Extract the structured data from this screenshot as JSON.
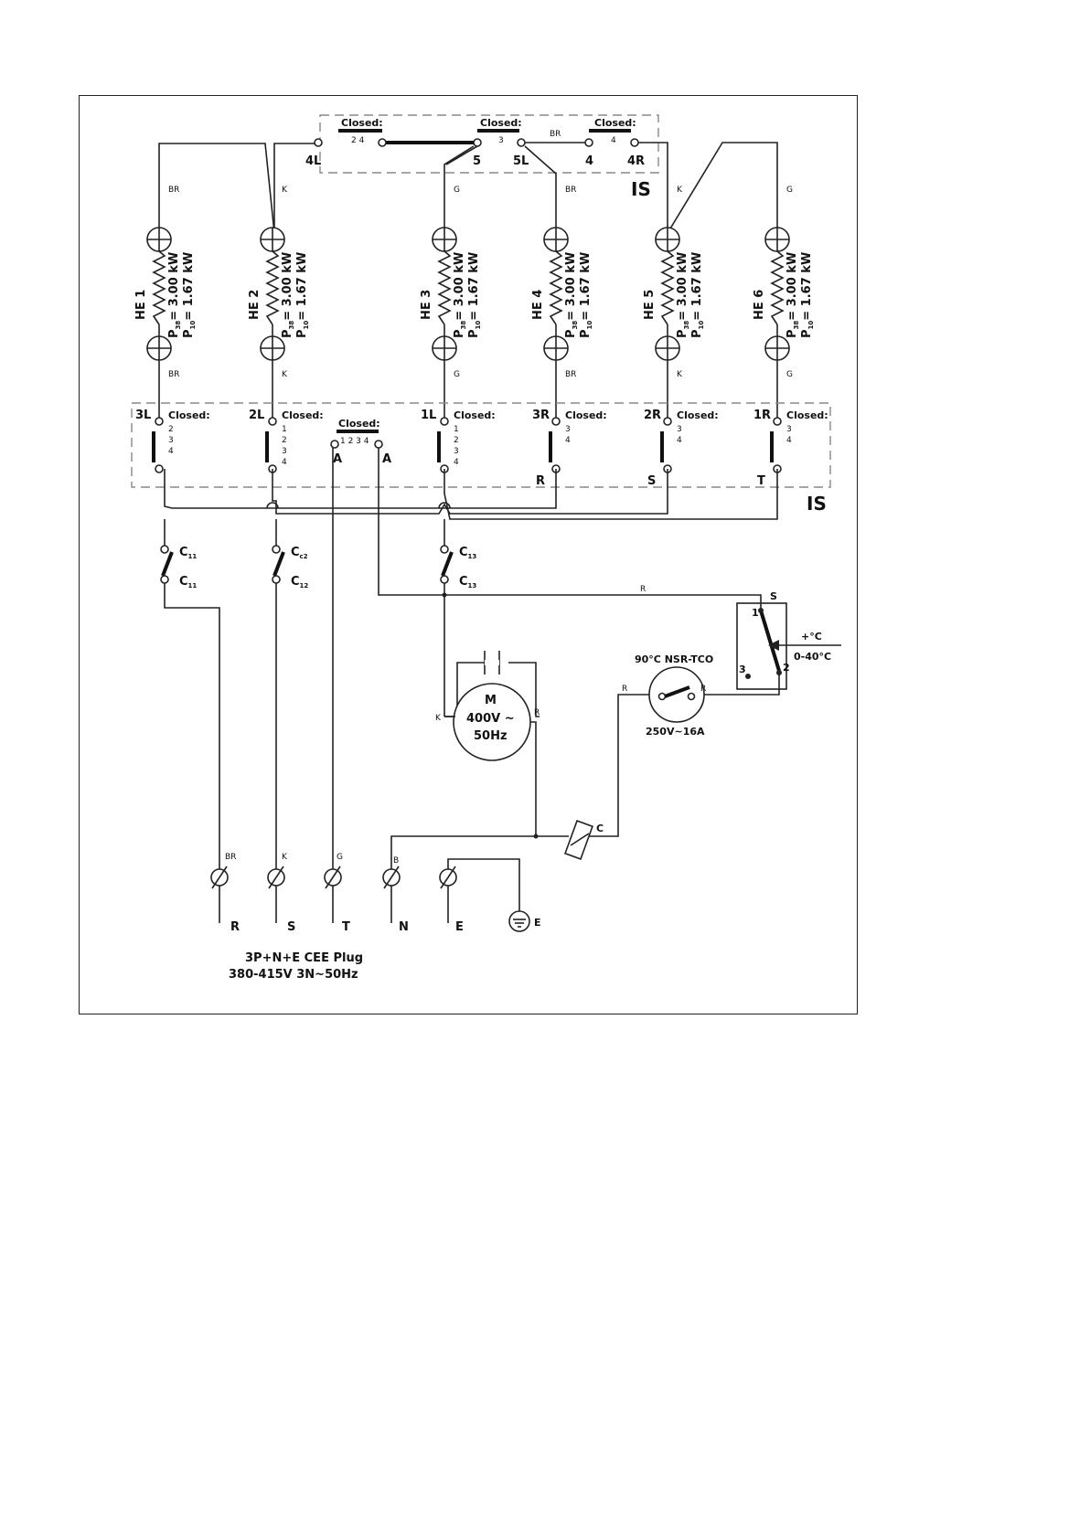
{
  "top_switch": {
    "label": "IS",
    "closed_label": "Closed:",
    "group1_positions": "2 4",
    "group2_positions": "3",
    "group3_positions": "4",
    "terminals": [
      "4L",
      "5",
      "5L",
      "4",
      "4R"
    ],
    "bridge_wire": "BR"
  },
  "heaters": [
    {
      "name": "HE 1",
      "p38": "P",
      "p38_sub": "38",
      "p38_val": "= 3.00 kW",
      "p10": "P",
      "p10_sub": "10",
      "p10_val": "= 1.67 kW",
      "wire_top": "BR",
      "wire_bottom": "BR"
    },
    {
      "name": "HE 2",
      "p38": "P",
      "p38_sub": "38",
      "p38_val": "= 3.00 kW",
      "p10": "P",
      "p10_sub": "10",
      "p10_val": "= 1.67 kW",
      "wire_top": "K",
      "wire_bottom": "K"
    },
    {
      "name": "HE 3",
      "p38": "P",
      "p38_sub": "38",
      "p38_val": "= 3.00 kW",
      "p10": "P",
      "p10_sub": "10",
      "p10_val": "= 1.67 kW",
      "wire_top": "G",
      "wire_bottom": "G"
    },
    {
      "name": "HE 4",
      "p38": "P",
      "p38_sub": "38",
      "p38_val": "= 3.00 kW",
      "p10": "P",
      "p10_sub": "10",
      "p10_val": "= 1.67 kW",
      "wire_top": "BR",
      "wire_bottom": "BR"
    },
    {
      "name": "HE 5",
      "p38": "P",
      "p38_sub": "38",
      "p38_val": "= 3.00 kW",
      "p10": "P",
      "p10_sub": "10",
      "p10_val": "= 1.67 kW",
      "wire_top": "K",
      "wire_bottom": "K"
    },
    {
      "name": "HE 6",
      "p38": "P",
      "p38_sub": "38",
      "p38_val": "= 3.00 kW",
      "p10": "P",
      "p10_sub": "10",
      "p10_val": "= 1.67 kW",
      "wire_top": "G",
      "wire_bottom": "G"
    }
  ],
  "bottom_switch": {
    "label": "IS",
    "contacts": [
      {
        "name": "3L",
        "closed": "Closed:",
        "positions": [
          "2",
          "3",
          "4"
        ],
        "out": ""
      },
      {
        "name": "2L",
        "closed": "Closed:",
        "positions": [
          "1",
          "2",
          "3",
          "4"
        ],
        "out": ""
      },
      {
        "name": "1L",
        "closed": "Closed:",
        "positions": [
          "1",
          "2",
          "3",
          "4"
        ],
        "out": ""
      },
      {
        "name": "3R",
        "closed": "Closed:",
        "positions": [
          "3",
          "4"
        ],
        "out": "R"
      },
      {
        "name": "2R",
        "closed": "Closed:",
        "positions": [
          "3",
          "4"
        ],
        "out": "S"
      },
      {
        "name": "1R",
        "closed": "Closed:",
        "positions": [
          "3",
          "4"
        ],
        "out": "T"
      }
    ],
    "aux": {
      "closed": "Closed:",
      "positions": "1 2 3 4",
      "left": "A",
      "right": "A"
    }
  },
  "contactors": [
    {
      "top": "C",
      "top_sub": "11",
      "bottom": "C",
      "bottom_sub": "11"
    },
    {
      "top": "C",
      "top_sub": "c2",
      "bottom": "C",
      "bottom_sub": "12"
    },
    {
      "top": "C",
      "top_sub": "13",
      "bottom": "C",
      "bottom_sub": "13"
    }
  ],
  "motor": {
    "letter": "M",
    "voltage": "400V ~",
    "freq": "50Hz",
    "wire_left": "K",
    "wire_right": "R"
  },
  "thermostat": {
    "terminal_s": "S",
    "t1": "1",
    "t2": "2",
    "t3": "3",
    "temp": "+°C",
    "range": "0-40°C"
  },
  "tco": {
    "title": "90°C NSR-TCO",
    "rating": "250V~16A",
    "wire_left": "R",
    "wire_right": "R"
  },
  "coil": {
    "label": "C"
  },
  "wires": {
    "r_top": "R"
  },
  "plug": {
    "wire_labels": [
      "BR",
      "K",
      "G",
      "B"
    ],
    "terminals": [
      "R",
      "S",
      "T",
      "N",
      "E"
    ],
    "earth": "E",
    "title": "3P+N+E CEE Plug",
    "rating": "380-415V 3N~50Hz"
  },
  "colors": {
    "line": "#222222",
    "dash": "#888888",
    "background": "#ffffff"
  }
}
